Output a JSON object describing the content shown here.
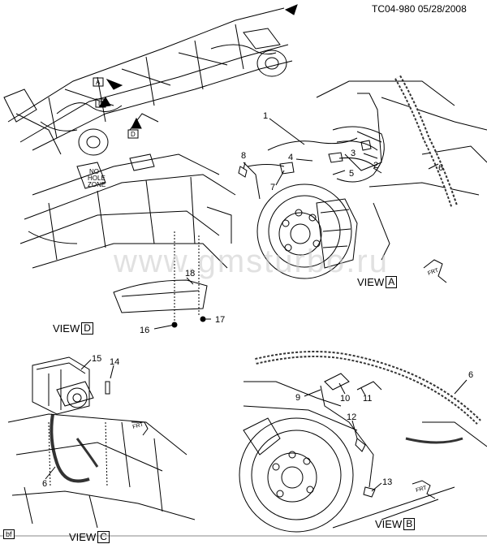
{
  "header": {
    "code": "TC04-980",
    "date": "05/28/2008"
  },
  "watermark": "www.gmsturbo.ru",
  "corner_tag": "bf",
  "views": {
    "A": {
      "prefix": "VIEW",
      "letter": "A"
    },
    "B": {
      "prefix": "VIEW",
      "letter": "B"
    },
    "C": {
      "prefix": "VIEW",
      "letter": "C"
    },
    "D": {
      "prefix": "VIEW",
      "letter": "D"
    }
  },
  "frame_markers": {
    "A": "A",
    "B": "B",
    "D": "D"
  },
  "shield_text": [
    "NO",
    "HOLE",
    "ZONE"
  ],
  "frt": "FRT",
  "callouts": {
    "c1": "1",
    "c2": "2",
    "c3": "3",
    "c4": "4",
    "c5": "5",
    "c6a": "6",
    "c7": "7",
    "c8": "8",
    "c9": "9",
    "c10": "10",
    "c11": "11",
    "c12": "12",
    "c13": "13",
    "c14": "14",
    "c15": "15",
    "c16": "16",
    "c17": "17",
    "c18": "18",
    "c6b": "6",
    "c6c": "6"
  }
}
